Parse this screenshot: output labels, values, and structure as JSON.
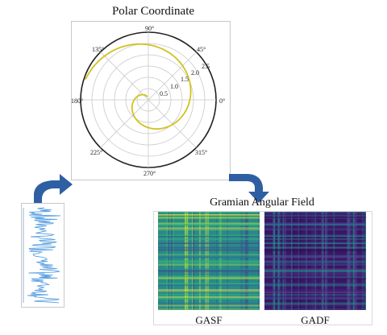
{
  "polar": {
    "title": "Polar Coordinate",
    "angle_labels": [
      "0°",
      "45°",
      "90°",
      "135°",
      "180°",
      "225°",
      "270°",
      "315°"
    ],
    "radial_labels": [
      "0.5",
      "1.0",
      "1.5",
      "2.0",
      "2.5"
    ],
    "spiral_color": "#d2c21e"
  },
  "gaf": {
    "title": "Gramian Angular Field",
    "gasf_label": "GASF",
    "gadf_label": "GADF"
  },
  "colors": {
    "arrow": "#2f5fa3",
    "signal": "#5aa0e0",
    "gasf_base": "#2a8a8a",
    "gadf_base": "#3b1565"
  }
}
